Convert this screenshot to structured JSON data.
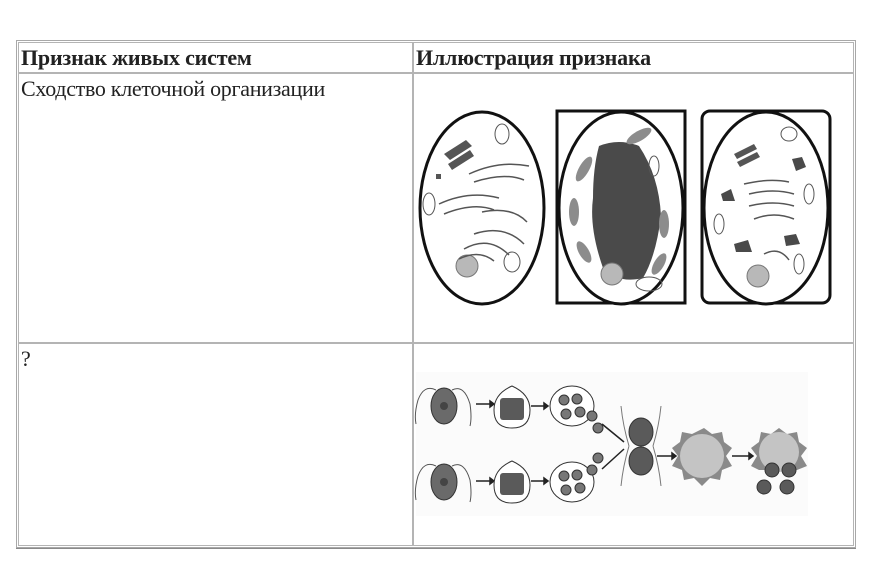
{
  "table": {
    "headers": [
      "Признак живых систем",
      "Иллюстрация признака"
    ],
    "rows": [
      {
        "feature": "Сходство клеточной организации",
        "illustration": "three-cell-diagrams-animal-plant-fungal"
      },
      {
        "feature": "?",
        "illustration": "reproduction-cycle-diagram-zygote-spores"
      }
    ]
  },
  "colors": {
    "border": "#a8a8a8",
    "organelle_dark": "#4a4a4a",
    "organelle_mid": "#8c8c8c",
    "nucleus": "#b8b8b8"
  }
}
